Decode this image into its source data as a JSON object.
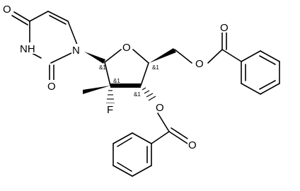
{
  "structure": {
    "atoms": {
      "o_uracil_top": "O",
      "n3_h": "NH",
      "n1": "N",
      "o_uracil_c2": "O",
      "o_ring": "O",
      "o_ester_5": "O",
      "o_carbonyl_5": "O",
      "o_ester_3": "O",
      "o_carbonyl_3": "O",
      "fluorine": "F"
    },
    "stereo_labels": {
      "c1": "&1",
      "c4": "&1",
      "c2": "&1",
      "c3": "&1"
    }
  }
}
